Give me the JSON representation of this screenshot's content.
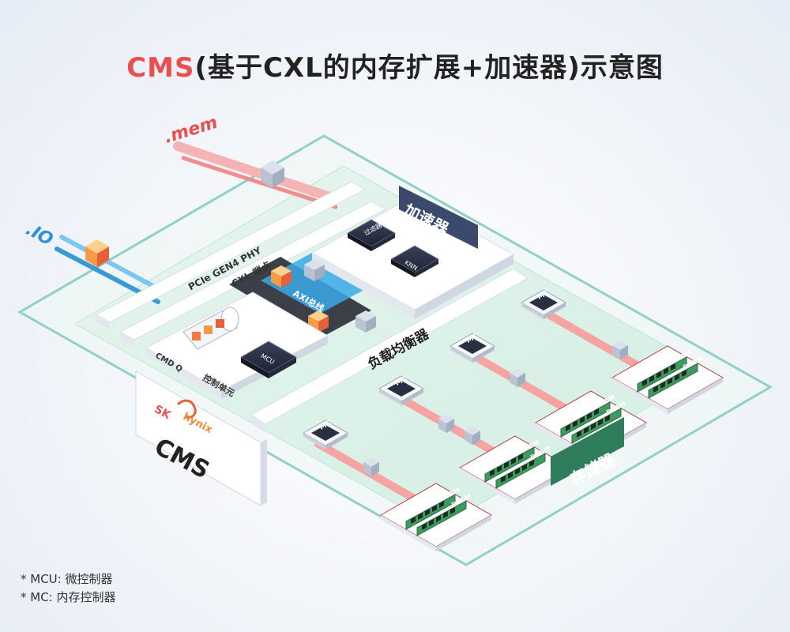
{
  "title": {
    "accent": "CMS",
    "rest": "(基于CXL的内存扩展+加速器)示意图"
  },
  "labels": {
    "mem": ".mem",
    "io": ".IO",
    "pcie": "PCIe GEN4 PHY",
    "cxl": "CXL 端点",
    "axi": "AXI总线",
    "accelerator": "加速器",
    "filter": "过滤器",
    "knn": "KNN",
    "cmdq": "CMD Q",
    "mcu": "MCU",
    "control_unit": "控制单元",
    "load_balancer": "负载均衡器",
    "mc": "MC",
    "dram": "DRAM",
    "storage": "存储器",
    "brand_sk": "SK",
    "brand_hynix": "hynix",
    "brand_cms": "CMS"
  },
  "footnotes": [
    "* MCU: 微控制器",
    "* MC: 内存控制器"
  ],
  "colors": {
    "accent": "#e8504f",
    "board": "#d9f0e6",
    "navy": "#3b4a6b",
    "green": "#2f7d5b",
    "mem_line": "#f2a0a0",
    "io_line": "#4aa8e0"
  }
}
